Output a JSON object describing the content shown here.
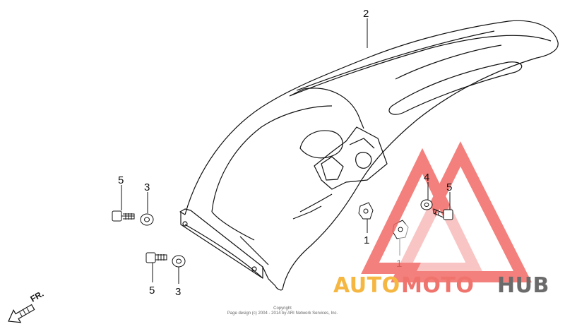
{
  "diagram": {
    "callouts": {
      "fender": "2",
      "bolt_upper_left": "5",
      "washer_upper_left": "3",
      "bolt_lower_left": "5",
      "washer_lower_left": "3",
      "nut_center": "1",
      "nut_right": "1",
      "washer_right": "4",
      "bolt_right": "5"
    },
    "direction_label": "FR.",
    "copyright_line1": "Copyright",
    "copyright_line2": "Page design (c) 2004 - 2014 by ARI Network Services, Inc."
  },
  "watermark": {
    "part1": "AUTO",
    "part2": "MOTO",
    "part3": "HUB",
    "colors": {
      "auto": "#f5b742",
      "moto": "#f0746e",
      "hub": "#6b6b6b",
      "triangle": "#f26b66"
    }
  }
}
